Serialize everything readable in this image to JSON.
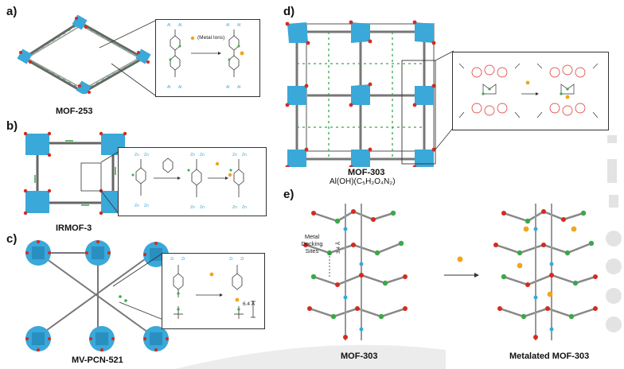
{
  "panels": {
    "a": {
      "letter": "a)",
      "caption": "MOF-253",
      "metal_label": "(Metal Ions)"
    },
    "b": {
      "letter": "b)",
      "caption": "IRMOF-3"
    },
    "c": {
      "letter": "c)",
      "caption": "MV-PCN-521",
      "distance": "6.4 Å"
    },
    "d": {
      "letter": "d)",
      "caption": "MOF-303",
      "formula": "Al(OH)(C₅H₂O₄N₂)"
    },
    "e": {
      "letter": "e)",
      "caption_left": "MOF-303",
      "caption_right": "Metalated MOF-303",
      "docking_label": "Metal Docking Sites",
      "distance": "3.4 Å"
    }
  },
  "colors": {
    "polyhedron": "#3aa8d8",
    "nitrogen": "#3aa84a",
    "oxygen": "#d62a1e",
    "carbon": "#777777",
    "metal": "#f2a51a"
  }
}
